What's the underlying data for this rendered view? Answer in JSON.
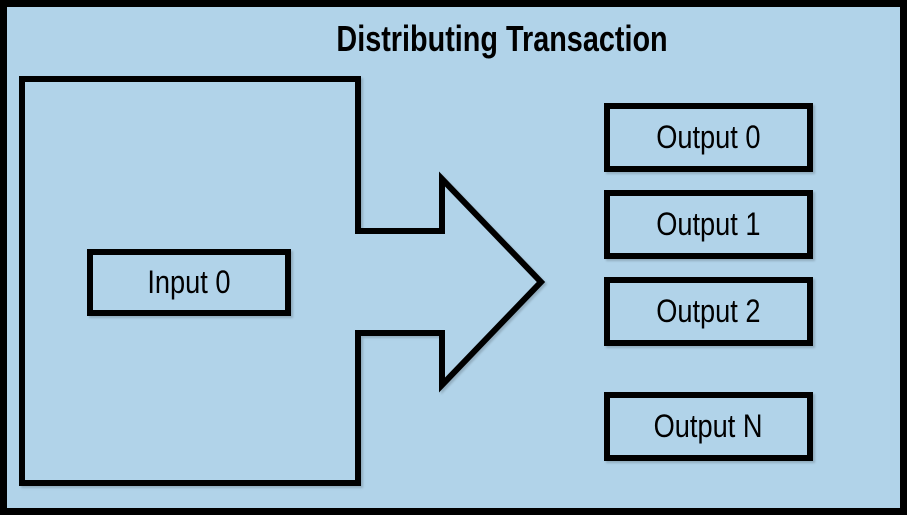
{
  "diagram": {
    "title": "Distributing Transaction",
    "input": {
      "label": "Input 0"
    },
    "outputs": [
      {
        "label": "Output 0"
      },
      {
        "label": "Output 1"
      },
      {
        "label": "Output 2"
      },
      {
        "label": "Output N"
      }
    ],
    "colors": {
      "background": "#b1d3e9",
      "line": "#000000",
      "text": "#000000"
    }
  }
}
